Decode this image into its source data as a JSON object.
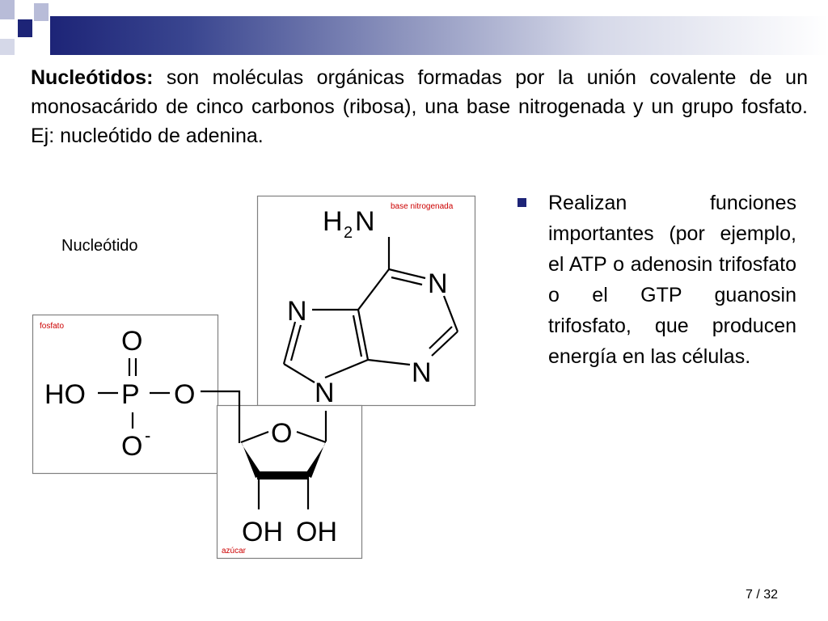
{
  "intro": {
    "term": "Nucleótidos:",
    "text": " son moléculas orgánicas formadas por la unión covalente de un monosacárido de cinco carbonos (ribosa), una base nitrogenada y un grupo fosfato. Ej: nucleótido de adenina."
  },
  "bullets": [
    "Realizan funciones importantes (por ejemplo, el ATP o adenosin trifosfato o el GTP guanosin trifosfato, que producen energía en las células."
  ],
  "figure": {
    "title": "Nucleótido",
    "box_labels": {
      "phosphate": "fosfato",
      "base": "base nitrogenada",
      "sugar": "azúcar"
    },
    "atoms": {
      "oxygen": "O",
      "phosphorus": "P",
      "hydroxyl": "HO",
      "oxygen_minus": "O",
      "minus": "-",
      "nitrogen": "N",
      "oh_left": "OH",
      "oh_right": "OH",
      "h2n_h": "H",
      "h2n_sub": "2",
      "h2n_n": "N"
    }
  },
  "footer": {
    "page": "7 / 32"
  },
  "colors": {
    "accent": "#1d2477",
    "label_red": "#cc0000",
    "box_border": "#808080"
  }
}
